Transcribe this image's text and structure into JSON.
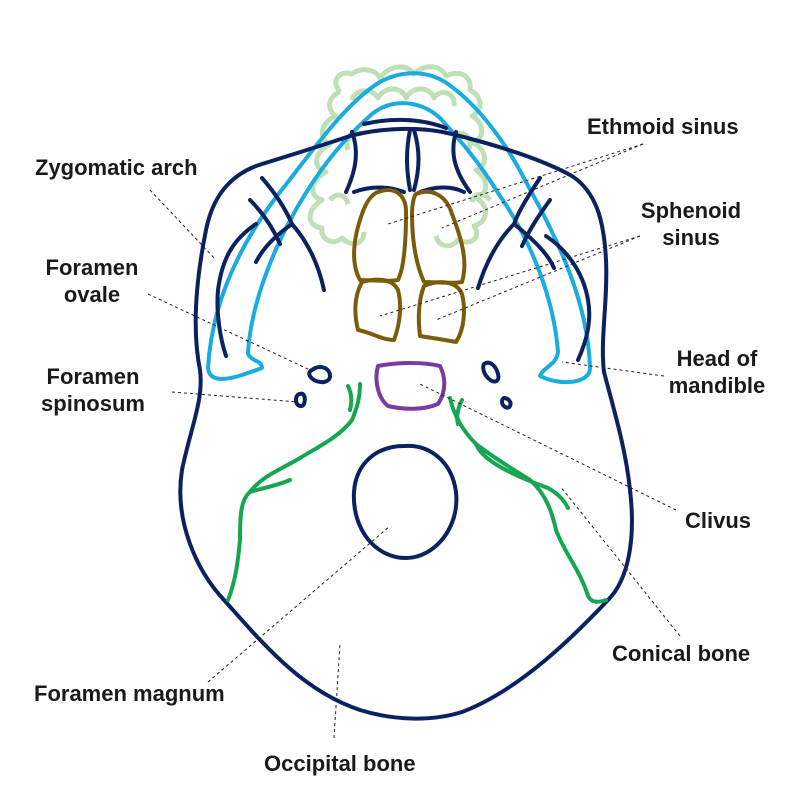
{
  "labels": {
    "ethmoid_sinus": "Ethmoid sinus",
    "zygomatic_arch": "Zygomatic arch",
    "sphenoid_sinus_1": "Sphenoid",
    "sphenoid_sinus_2": "sinus",
    "foramen_ovale_1": "Foramen",
    "foramen_ovale_2": "ovale",
    "head_of_mandible_1": "Head of",
    "head_of_mandible_2": "mandible",
    "foramen_spinosum_1": "Foramen",
    "foramen_spinosum_2": "spinosum",
    "clivus": "Clivus",
    "conical_bone": "Conical bone",
    "foramen_magnum": "Foramen magnum",
    "occipital_bone": "Occipital bone"
  },
  "colors": {
    "skull_outline": "#0b2260",
    "mandible": "#1aabdf",
    "teeth": "#bfe0b4",
    "sinus": "#7a5c0c",
    "clivus": "#7a3aa0",
    "sutures": "#14a650",
    "label_text": "#1a1a1a"
  }
}
